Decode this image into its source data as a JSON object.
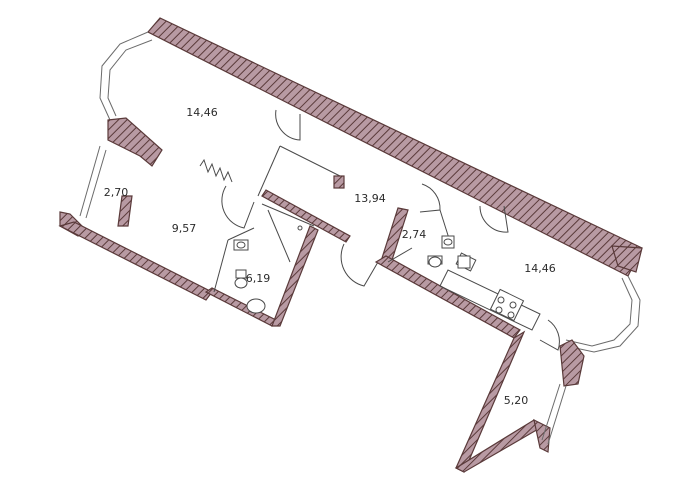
{
  "colors": {
    "wall_fill": "#b89aa3",
    "wall_stripe": "#5a3a3a",
    "line": "#4a4a4a"
  },
  "rooms": [
    {
      "id": "room-1",
      "label": "14,46"
    },
    {
      "id": "room-2",
      "label": "2,70"
    },
    {
      "id": "room-3",
      "label": "9,57"
    },
    {
      "id": "room-4",
      "label": "6,19"
    },
    {
      "id": "room-5",
      "label": "13,94"
    },
    {
      "id": "room-6",
      "label": "2,74"
    },
    {
      "id": "room-7",
      "label": "14,46"
    },
    {
      "id": "room-8",
      "label": "5,20"
    }
  ]
}
